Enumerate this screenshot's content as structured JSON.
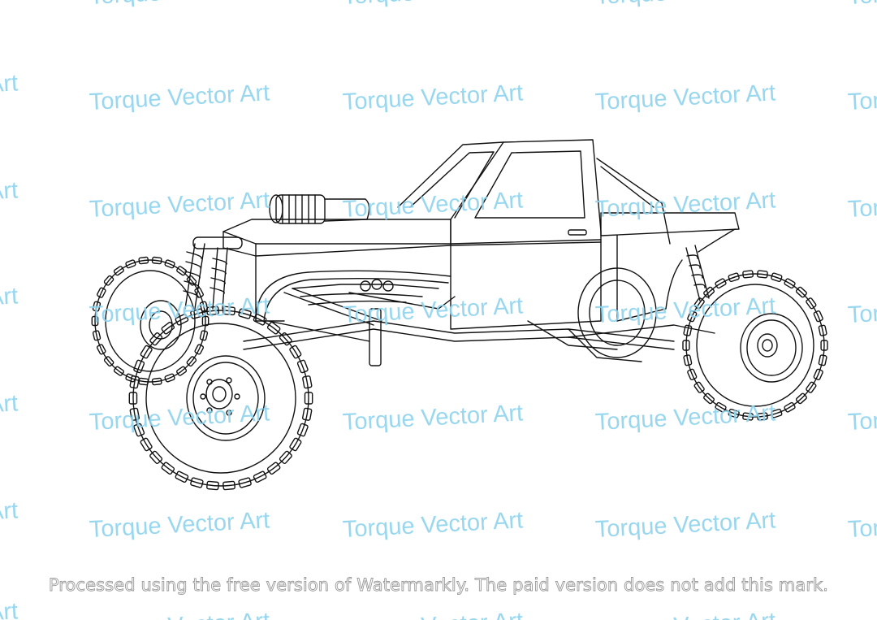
{
  "image": {
    "subject": "off-road-buggy-line-art",
    "line_color": "#111111",
    "background_color": "#ffffff"
  },
  "watermark": {
    "text": "Torque Vector Art",
    "color": "#8fd3ee"
  },
  "notice": {
    "text": "Processed using the free version of Watermarkly. The paid version does not add this mark."
  }
}
